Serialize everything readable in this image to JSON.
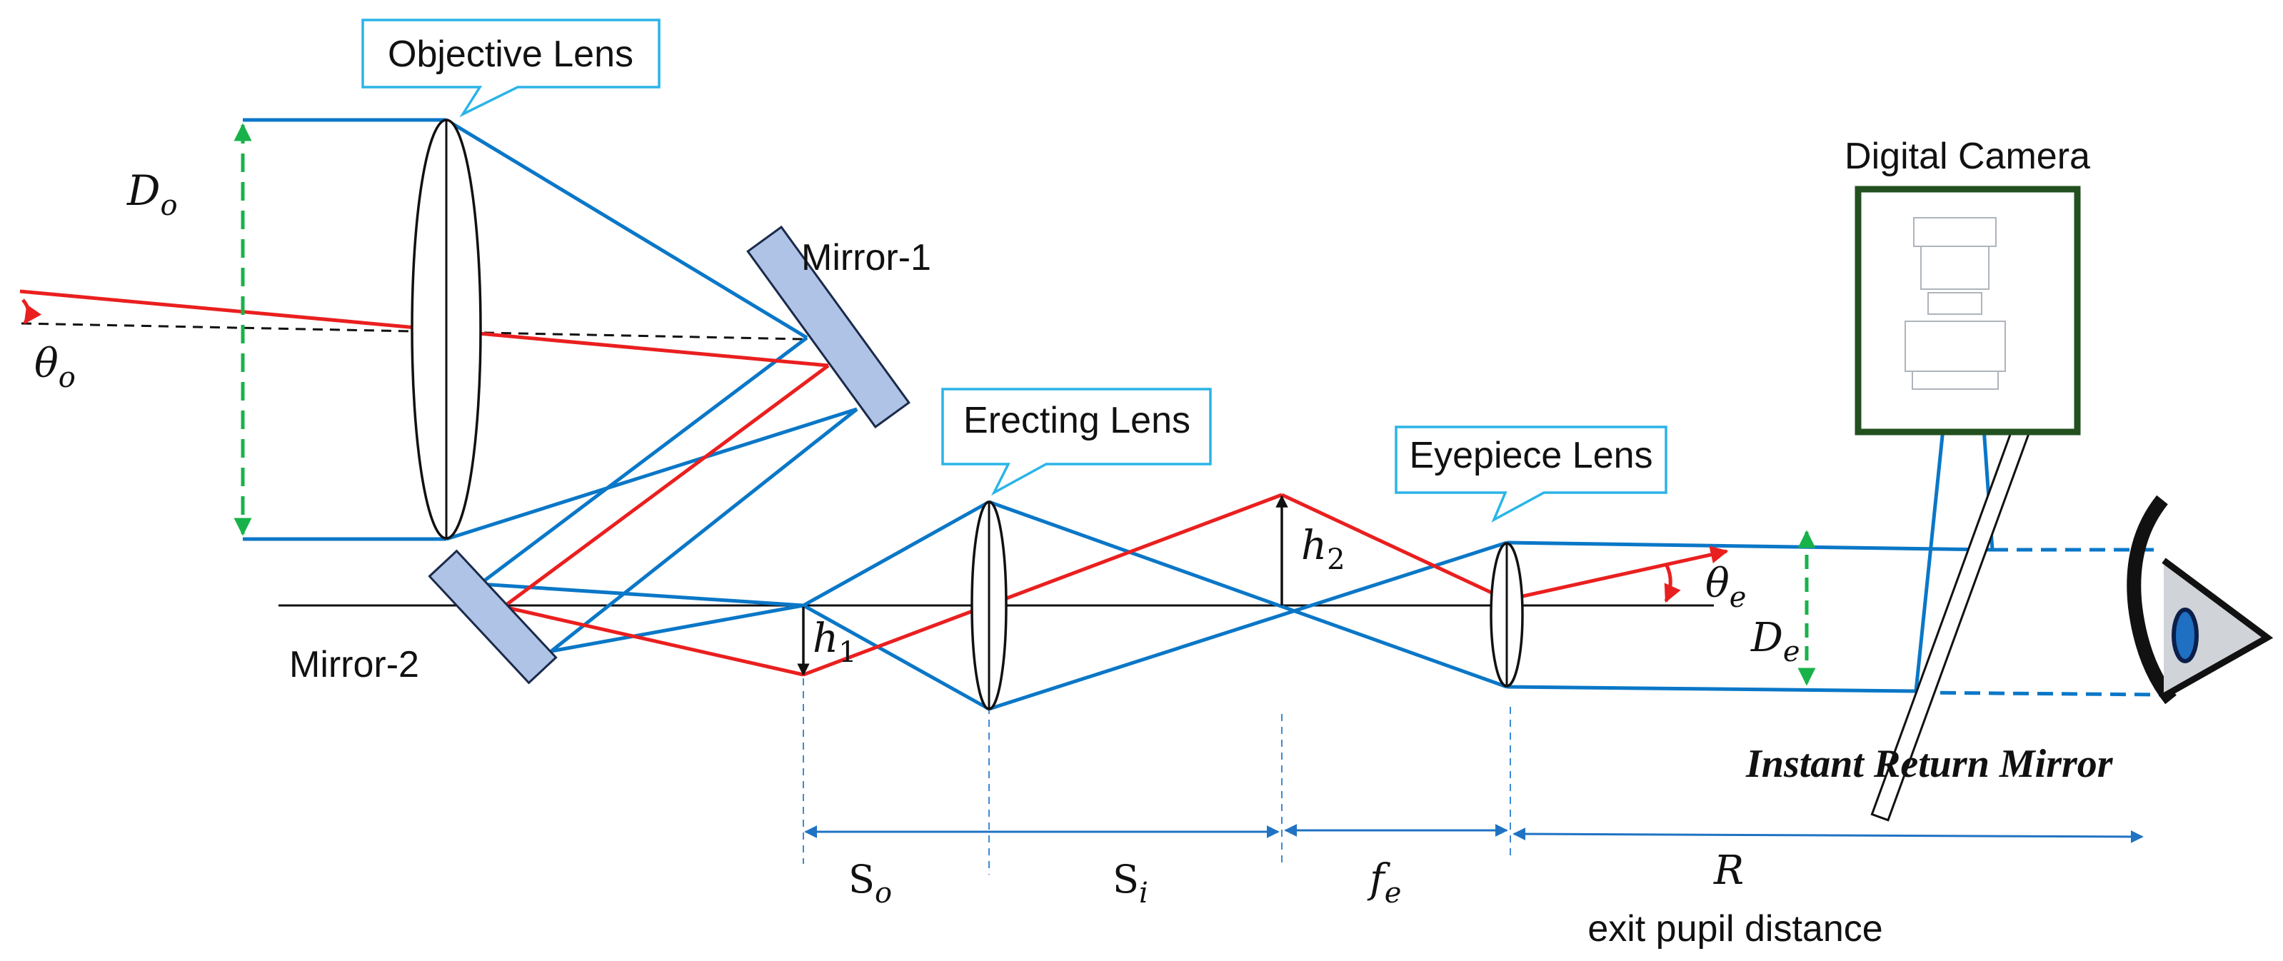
{
  "labels": {
    "objective_lens": "Objective Lens",
    "erecting_lens": "Erecting Lens",
    "eyepiece_lens": "Eyepiece Lens",
    "mirror_1": "Mirror-1",
    "mirror_2": "Mirror-2",
    "digital_camera": "Digital Camera",
    "instant_return_mirror": "Instant Return Mirror",
    "exit_pupil_distance": "exit pupil distance"
  },
  "symbols": {
    "d_o": {
      "base": "D",
      "sub": "o"
    },
    "d_e": {
      "base": "D",
      "sub": "e"
    },
    "theta_o": {
      "base": "θ",
      "sub": "o"
    },
    "theta_e": {
      "base": "θ",
      "sub": "e"
    },
    "h_1": {
      "base": "h",
      "sub": "1"
    },
    "h_2": {
      "base": "h",
      "sub": "2"
    },
    "s_o": {
      "base": "S",
      "sub": "o"
    },
    "s_i": {
      "base": "S",
      "sub": "i"
    },
    "f_e": {
      "base": "f",
      "sub": "e"
    },
    "r": {
      "base": "R"
    }
  },
  "colors": {
    "marginal_ray": "#0a77c7",
    "chief_ray": "#ea1f1f",
    "aperture_arrow": "#19b24a",
    "callout_border": "#2ab4e8",
    "camera_frame": "#22501f",
    "mirror_fill": "#aec3e6"
  }
}
